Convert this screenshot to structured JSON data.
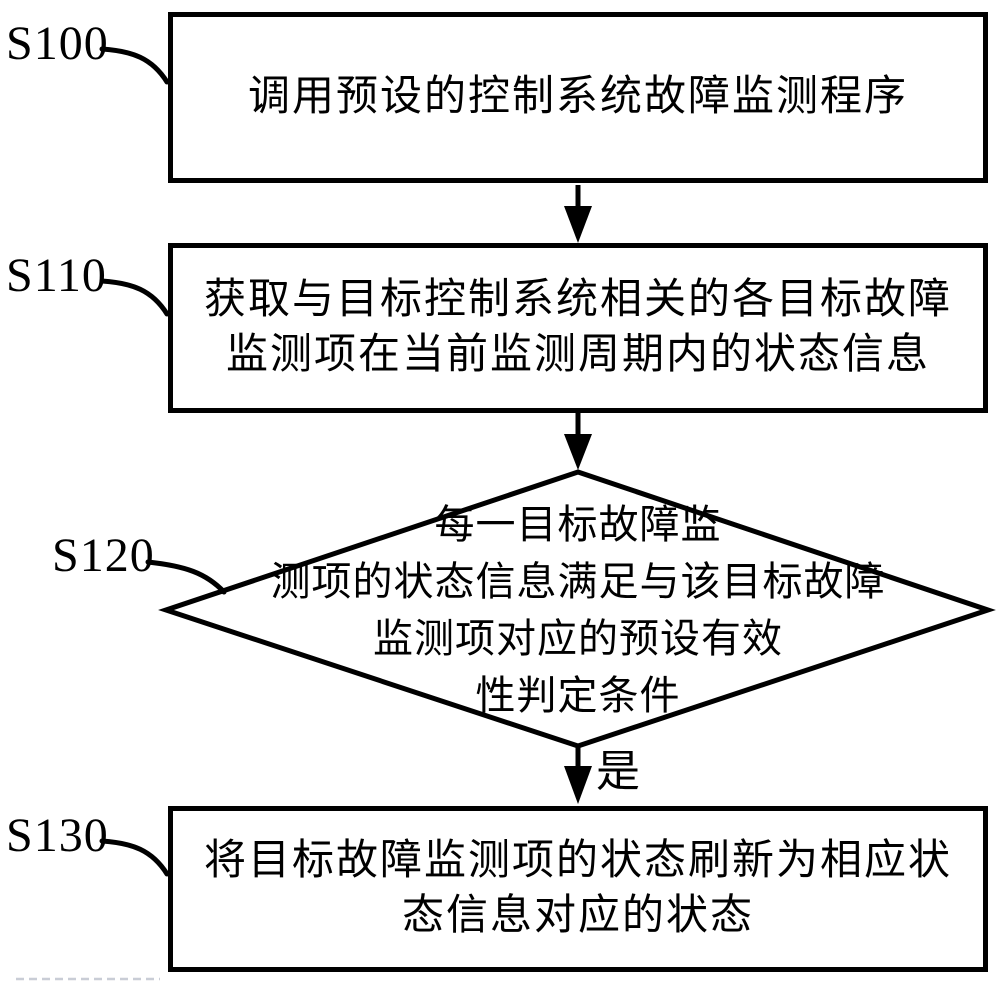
{
  "figure": {
    "background_color": "#ffffff",
    "line_color": "#000000",
    "artifact_color": "#c9cdd6",
    "steps": [
      {
        "id": "S100",
        "shape": "rectangle",
        "lines": [
          "调用预设的控制系统故障监测程序"
        ]
      },
      {
        "id": "S110",
        "shape": "rectangle",
        "lines": [
          "获取与目标控制系统相关的各目标故障",
          "监测项在当前监测周期内的状态信息"
        ]
      },
      {
        "id": "S120",
        "shape": "diamond",
        "lines": [
          "每一目标故障监",
          "测项的状态信息满足与该目标故障",
          "监测项对应的预设有效",
          "性判定条件"
        ]
      },
      {
        "id": "S130",
        "shape": "rectangle",
        "lines": [
          "将目标故障监测项的状态刷新为相应状",
          "态信息对应的状态"
        ]
      }
    ],
    "edge_labels": {
      "decision_yes": "是"
    }
  }
}
